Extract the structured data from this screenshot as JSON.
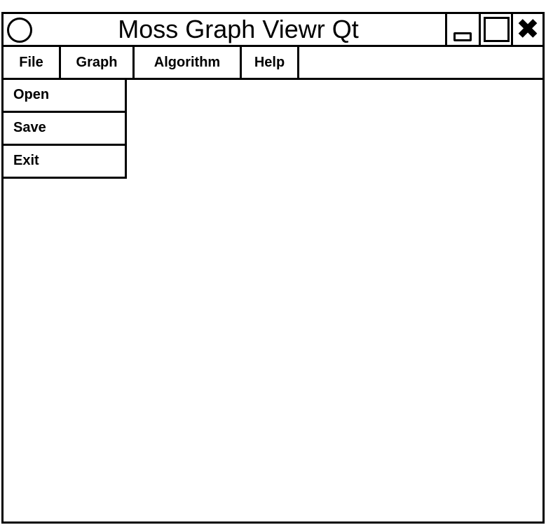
{
  "window": {
    "title": "Moss Graph Viewr Qt",
    "controls": {
      "minimize_icon": "minimize-icon",
      "maximize_icon": "maximize-icon",
      "close_icon": "close-icon",
      "close_glyph": "✖"
    }
  },
  "menubar": {
    "items": [
      {
        "label": "File"
      },
      {
        "label": "Graph"
      },
      {
        "label": "Algorithm"
      },
      {
        "label": "Help"
      }
    ]
  },
  "file_menu": {
    "items": [
      {
        "label": "Open"
      },
      {
        "label": "Save"
      },
      {
        "label": "Exit"
      }
    ]
  }
}
